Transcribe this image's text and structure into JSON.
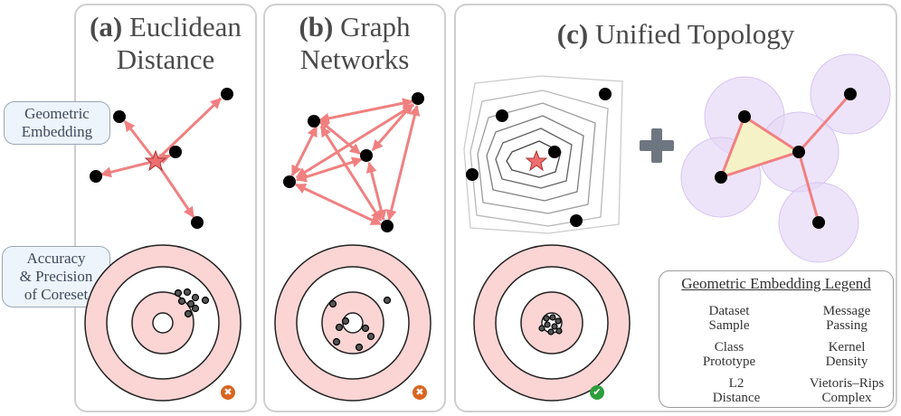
{
  "panels": {
    "a": {
      "tag": "(a)",
      "line1": "Euclidean",
      "line2": "Distance",
      "status": "✖"
    },
    "b": {
      "tag": "(b)",
      "line1": "Graph",
      "line2": "Networks",
      "status": "✖"
    },
    "c": {
      "tag": "(c)",
      "title": "Unified Topology",
      "status": "✔"
    }
  },
  "row_labels": {
    "embedding": [
      "Geometric",
      "Embedding"
    ],
    "accuracy": [
      "Accuracy",
      "& Precision",
      "of Coreset"
    ]
  },
  "legend": {
    "title": "Geometric Embedding Legend",
    "items": {
      "sample": [
        "Dataset",
        "Sample"
      ],
      "message": [
        "Message",
        "Passing"
      ],
      "prototype": [
        "Class",
        "Prototype"
      ],
      "kde": [
        "Kernel",
        "Density"
      ],
      "l2": [
        "L2",
        "Distance"
      ],
      "vr": [
        "Vietoris–Rips",
        "Complex"
      ]
    }
  },
  "icons": {
    "plus": "plus-icon",
    "fail": "cross-icon",
    "success": "check-icon"
  },
  "colors": {
    "arrow": "#f08080",
    "target_ring": "#fbd4d4",
    "prototype": "#ee6f6f",
    "vr_ball": "#e6d8f7",
    "vr_triangle": "#f6f2c7",
    "fail_badge": "#d9651f",
    "success_badge": "#2e9e3d",
    "plus": "#6e7681"
  }
}
